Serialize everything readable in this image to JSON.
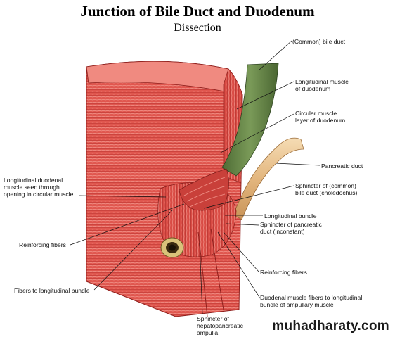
{
  "title": "Junction of Bile Duct and Duodenum",
  "subtitle": "Dissection",
  "labels": {
    "common_bile_duct": "(Common) bile duct",
    "longitudinal_muscle": "Longitudinal muscle\nof duodenum",
    "circular_muscle": "Circular muscle\nlayer of duodenum",
    "pancreatic_duct": "Pancreatic duct",
    "longitudinal_duodenal_muscle": "Longitudinal duodenal\nmuscle seen through\nopening in circular muscle",
    "sphincter_common_bile_duct": "Sphincter of (common)\nbile duct (choledochus)",
    "longitudinal_bundle": "Longitudinal bundle",
    "reinforcing_fibers_left": "Reinforcing fibers",
    "sphincter_pancreatic_duct": "Sphincter of pancreatic\nduct (inconstant)",
    "reinforcing_fibers_right": "Reinforcing fibers",
    "fibers_to_longitudinal_bundle": "Fibers to longitudinal bundle",
    "duodenal_muscle_fibers": "Duodenal muscle fibers to longitudinal\nbundle of ampullary muscle",
    "sphincter_hepatopancreatic": "Sphincter of\nhepatopancreatic\nampulla"
  },
  "watermark": "muhadharaty.com",
  "colors": {
    "muscle": "#e0574f",
    "muscle_dark": "#b8302c",
    "muscle_light": "#f08a80",
    "bile_duct": "#6a8a4a",
    "pancreatic_duct": "#e6c08c",
    "ampulla": "#d9c27a"
  }
}
